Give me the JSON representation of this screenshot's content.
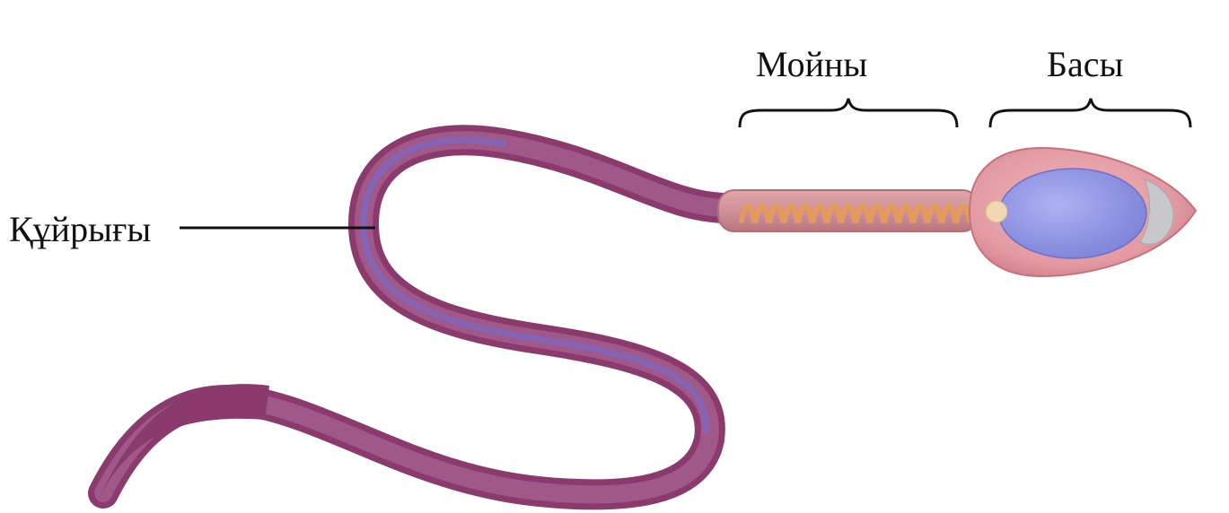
{
  "labels": {
    "neck": "Мойны",
    "head": "Басы",
    "tail": "Құйрығы"
  },
  "colors": {
    "tail_outer": "#8a3a6c",
    "tail_inner": "#a0588a",
    "tail_core": "#7f68c0",
    "midpiece": "#c98a92",
    "midpiece_helix": "#e49a5e",
    "head_outer": "#d98e98",
    "nucleus": "#8b8fe0",
    "acrosome": "#c8c8cc",
    "centriole": "#f2d7b4",
    "text": "#111111"
  }
}
